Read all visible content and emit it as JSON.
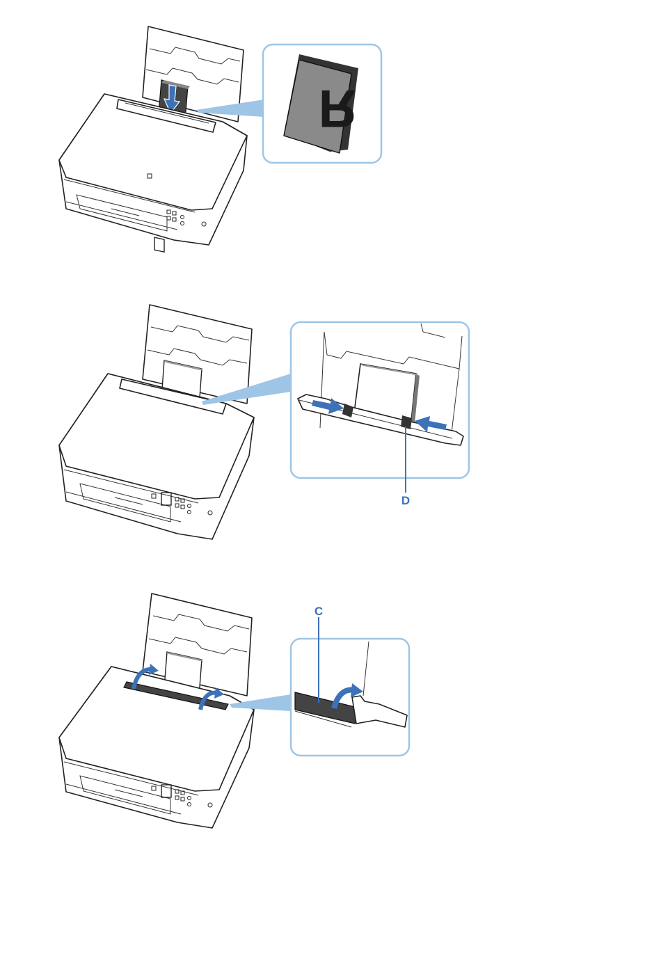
{
  "figures": [
    {
      "id": "step-load-paper",
      "zoom_letter": "R",
      "colors": {
        "accent": "#3d72b8",
        "zoom_border": "#9ec5e6",
        "paper_print": "#8a8a8a"
      }
    },
    {
      "id": "step-adjust-guides",
      "callout_label": "D",
      "colors": {
        "accent": "#3d72b8",
        "zoom_border": "#9ec5e6"
      }
    },
    {
      "id": "step-close-feed-slot-cover",
      "callout_label": "C",
      "colors": {
        "accent": "#3d72b8",
        "zoom_border": "#9ec5e6"
      }
    }
  ]
}
